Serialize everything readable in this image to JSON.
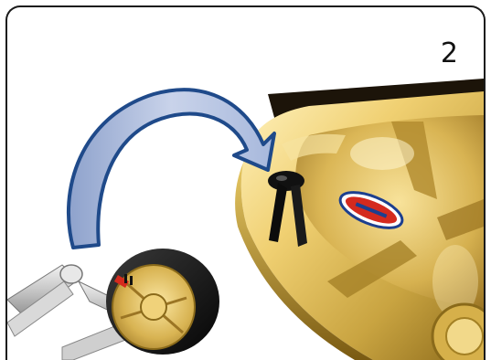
{
  "step": {
    "number": "2"
  },
  "icons": {
    "arrow": "curved-arrow-icon",
    "base": "wheel-base-illustration",
    "caster": "caster-wheel-illustration",
    "pin": "caster-pin-icon",
    "label": "brand-label-badge"
  },
  "colors": {
    "gold_light": "#f3dc8a",
    "gold_mid": "#c9a441",
    "gold_dark": "#7a5a12",
    "arrow_fill": "#9fb0d6",
    "arrow_stroke": "#1f4a8a",
    "frame": "#1a1a1a",
    "badge_red": "#d42a1e",
    "badge_blue": "#1c3f8f"
  }
}
